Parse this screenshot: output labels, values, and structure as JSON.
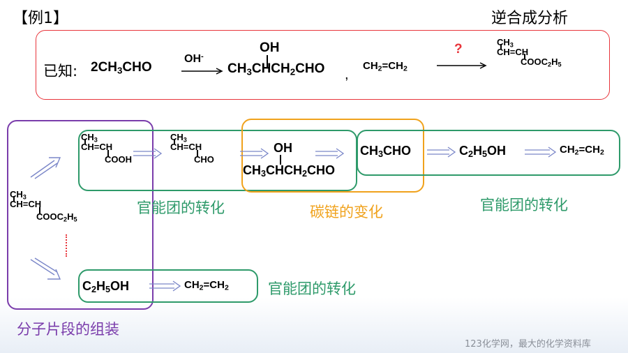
{
  "header": {
    "example_label": "【例1】",
    "topic": "逆合成分析"
  },
  "known": {
    "prefix": "已知:",
    "reactant_a": "2CH",
    "reactant_b": "CHO",
    "catalyst": "OH",
    "catalyst_charge": "-",
    "product_oh": "OH",
    "product_main": "CH",
    "product_tail": "CHCH",
    "product_end": "CHO",
    "separator": ",",
    "ethylene_a": "CH",
    "ethylene_mid": "=CH",
    "question": "?",
    "target_top": "CH",
    "target_mid": "CH=CH",
    "target_bottom_a": "COOC",
    "target_bottom_b": "H"
  },
  "chain": {
    "acid_top": "CH",
    "acid_mid": "CH=CH",
    "acid_bottom": "COOH",
    "aldehyde_top": "CH",
    "aldehyde_mid": "CH=CH",
    "aldehyde_bottom": "CHO",
    "aldol_oh": "OH",
    "aldol_a": "CH",
    "aldol_b": "CHCH",
    "aldol_c": "CHO",
    "acetaldehyde_a": "CH",
    "acetaldehyde_b": "CHO",
    "ethanol_a": "C",
    "ethanol_b": "H",
    "ethanol_c": "OH",
    "ethylene_a": "CH",
    "ethylene_b": "=CH"
  },
  "ester": {
    "top": "CH",
    "mid": "CH=CH",
    "bottom_a": "COOC",
    "bottom_b": "H"
  },
  "lower": {
    "ethanol_a": "C",
    "ethanol_b": "H",
    "ethanol_c": "OH",
    "ethylene_a": "CH",
    "ethylene_b": "=CH"
  },
  "captions": {
    "fg1": "官能团的转化",
    "carbon_chain": "碳链的变化",
    "fg2": "官能团的转化",
    "fg3": "官能团的转化",
    "assembly": "分子片段的组装"
  },
  "footer": {
    "watermark": "123化学网，最大的化学资料库"
  },
  "colors": {
    "red_box": "#e8353b",
    "purple": "#7a3cab",
    "green": "#2e9a6a",
    "orange": "#f0a21c",
    "arrow": "#7a86c8"
  }
}
